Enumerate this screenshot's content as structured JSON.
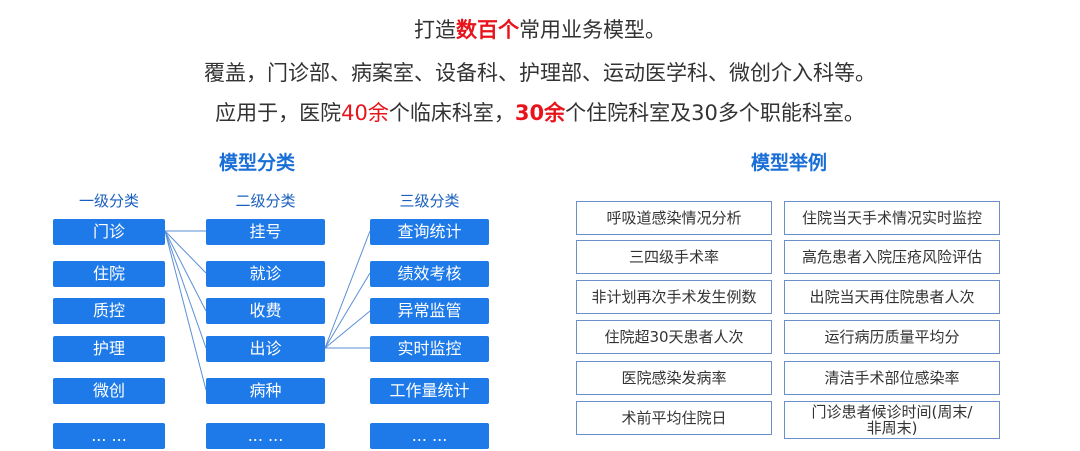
{
  "headlines": {
    "line1_pre": "打造",
    "line1_em": "数百个",
    "line1_post": "常用业务模型。",
    "line2": "覆盖，门诊部、病案室、设备科、护理部、运动医学科、微创介入科等。",
    "line3_pre": "应用于，医院",
    "line3_em1": "40余",
    "line3_mid": "个临床科室，",
    "line3_em2": "30余",
    "line3_post": "个住院科室及30多个职能科室。"
  },
  "classification": {
    "title": "模型分类",
    "level1_label": "一级分类",
    "level2_label": "二级分类",
    "level3_label": "三级分类",
    "level1": [
      "门诊",
      "住院",
      "质控",
      "护理",
      "微创",
      "... ..."
    ],
    "level2": [
      "挂号",
      "就诊",
      "收费",
      "出诊",
      "病种",
      "... ..."
    ],
    "level3": [
      "查询统计",
      "绩效考核",
      "异常监管",
      "实时监控",
      "工作量统计",
      "... ..."
    ]
  },
  "examples": {
    "title": "模型举例",
    "left": [
      "呼吸道感染情况分析",
      "三四级手术率",
      "非计划再次手术发生例数",
      "住院超30天患者人次",
      "医院感染发病率",
      "术前平均住院日"
    ],
    "right": [
      "住院当天手术情况实时监控",
      "高危患者入院压疮风险评估",
      "出院当天再住院患者人次",
      "运行病历质量平均分",
      "清洁手术部位感染率",
      "门诊患者候诊时间(周末/非周末)"
    ]
  },
  "colors": {
    "box_fill": "#1e7ae8",
    "title_blue": "#1a6fd6",
    "emphasis_red": "#e8141c",
    "link_line": "#5b8fd6"
  }
}
